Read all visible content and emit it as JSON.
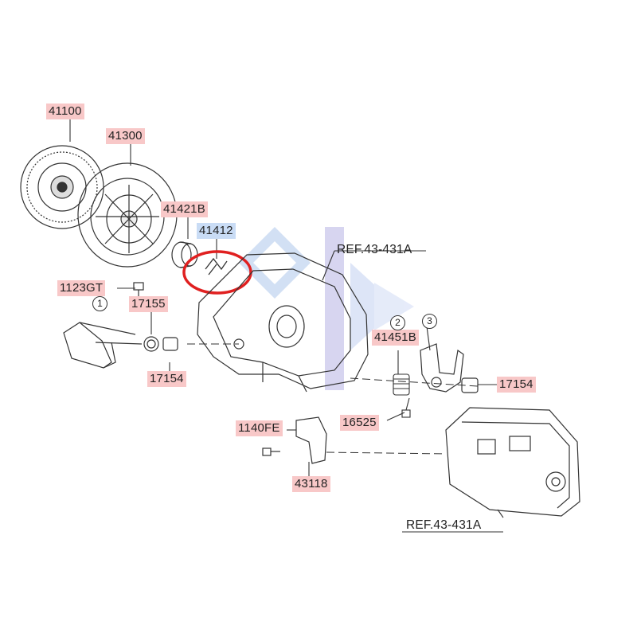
{
  "parts": {
    "p41100": "41100",
    "p41300": "41300",
    "p41421B": "41421B",
    "p41412": "41412",
    "p1123GT": "1123GT",
    "p17155": "17155",
    "p17154_left": "17154",
    "p17154_right": "17154",
    "p41451B": "41451B",
    "p16525": "16525",
    "p1140FE": "1140FE",
    "p43118": "43118"
  },
  "references": {
    "ref_top": "REF.43-431A",
    "ref_bottom": "REF.43-431A"
  },
  "callouts": {
    "c1": "1",
    "c2": "2",
    "c3": "3"
  },
  "colors": {
    "part_label_bg": "#f8c8c8",
    "highlighted_label_bg": "#c9dcf5",
    "highlight_circle": "#e02020",
    "line_art": "#333333",
    "watermark": "#7fa8e0"
  }
}
